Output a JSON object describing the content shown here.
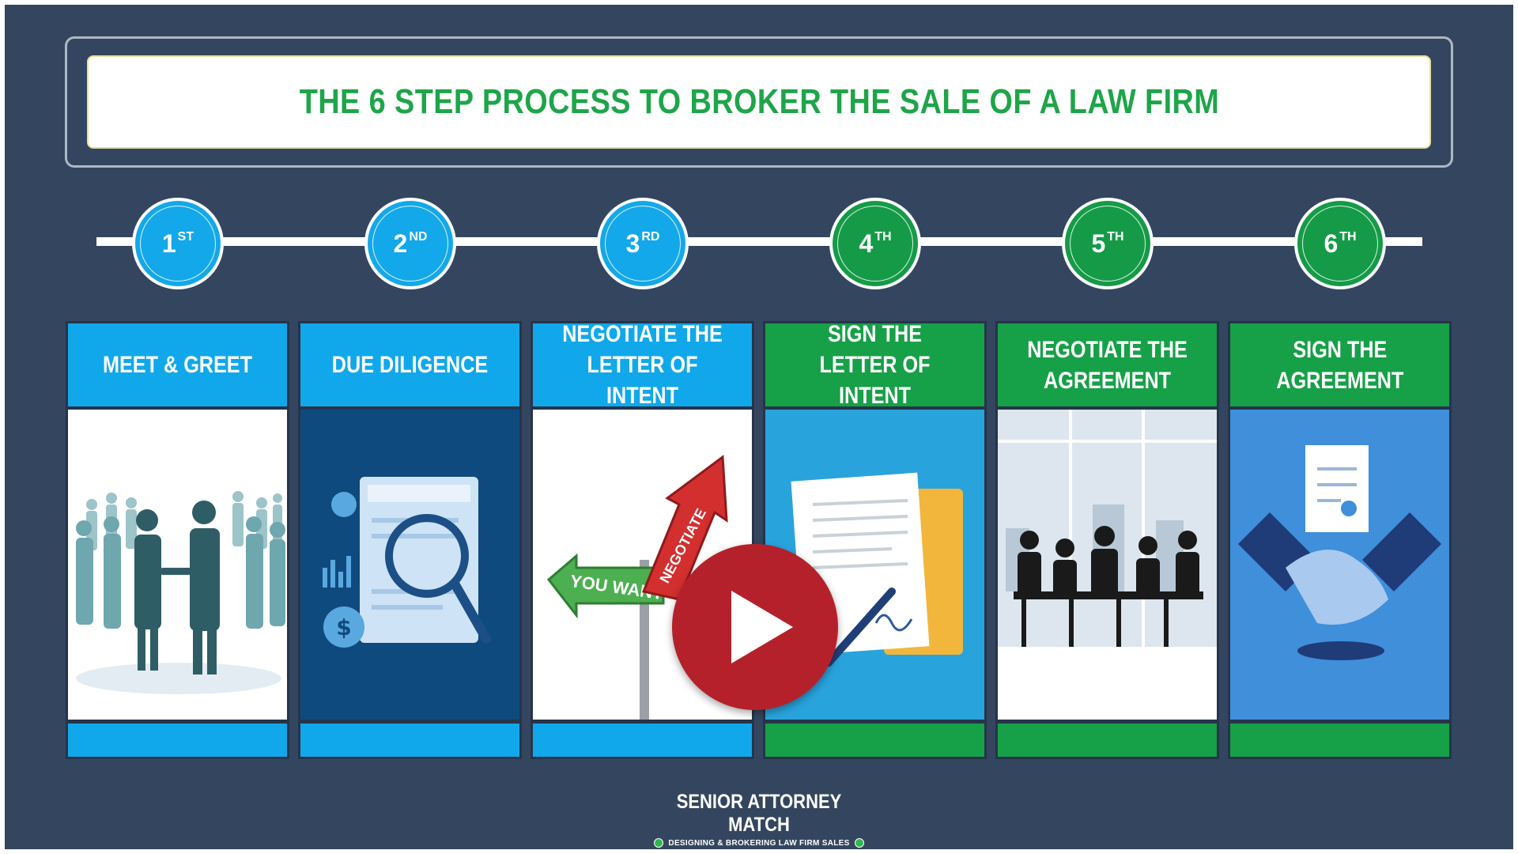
{
  "title": "THE 6 STEP PROCESS TO BROKER THE SALE OF A LAW FIRM",
  "steps": [
    {
      "num": "1",
      "suffix": "ST",
      "label": "MEET & GREET",
      "color": "blue",
      "image": "handshake-crowd-illustration"
    },
    {
      "num": "2",
      "suffix": "ND",
      "label": "DUE DILIGENCE",
      "color": "blue",
      "image": "document-magnifier-illustration"
    },
    {
      "num": "3",
      "suffix": "RD",
      "label": "NEGOTIATE THE\nLETTER OF INTENT",
      "color": "blue",
      "image": "street-sign-illustration",
      "sign_left": "YOU WANT",
      "sign_up": "NEGOTIATE"
    },
    {
      "num": "4",
      "suffix": "TH",
      "label": "SIGN THE\nLETTER OF INTENT",
      "color": "green",
      "image": "signed-document-illustration"
    },
    {
      "num": "5",
      "suffix": "TH",
      "label": "NEGOTIATE THE\nAGREEMENT",
      "color": "green",
      "image": "meeting-silhouettes-illustration"
    },
    {
      "num": "6",
      "suffix": "TH",
      "label": "SIGN THE\nAGREEMENT",
      "color": "green",
      "image": "handshake-contract-illustration"
    }
  ],
  "logo": {
    "name": "SENIOR ATTORNEY MATCH",
    "tagline": "DESIGNING & BROKERING LAW FIRM SALES"
  },
  "colors": {
    "background": "#34465f",
    "blue": "#10a8ea",
    "green": "#16a047",
    "title_green": "#1ea54a",
    "play_red": "#b5212a"
  },
  "play_button": {
    "icon": "play-icon"
  }
}
